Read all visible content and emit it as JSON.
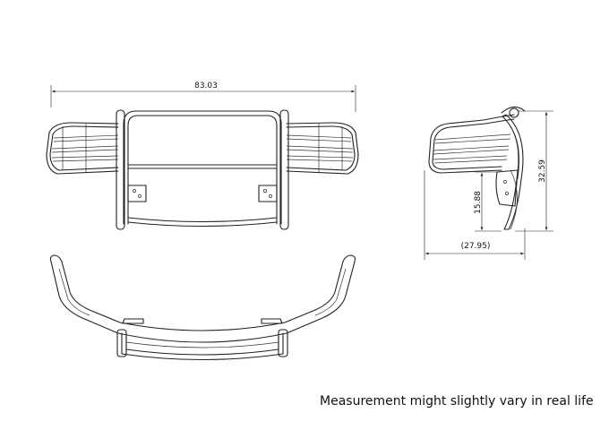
{
  "dimensions": {
    "width": "83.03",
    "height": "32.59",
    "depth": "(27.95)",
    "mount_height": "15.88"
  },
  "caption": "Measurement might slightly vary in real life"
}
